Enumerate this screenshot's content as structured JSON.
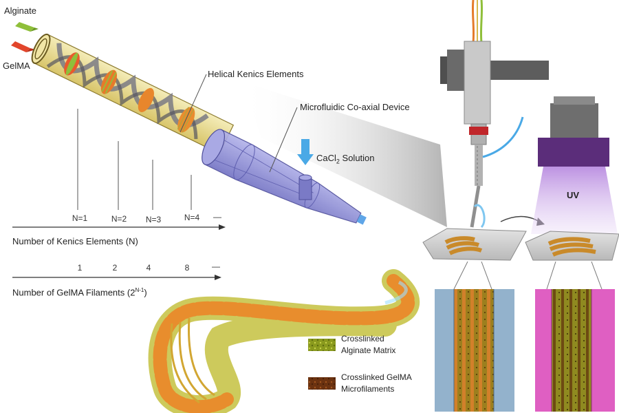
{
  "inputs": {
    "alginate": "Alginate",
    "gelma": "GelMA"
  },
  "labels": {
    "kenics": "Helical Kenics Elements",
    "device": "Microfluidic Co-axial Device",
    "cacl2_prefix": "CaCl",
    "cacl2_sub": "2",
    "cacl2_suffix": " Solution",
    "uv": "UV"
  },
  "axis_kenics": {
    "ticks": [
      "N=1",
      "N=2",
      "N=3",
      "N=4",
      "—"
    ],
    "title": "Number of Kenics Elements (N)"
  },
  "axis_filaments": {
    "ticks": [
      "1",
      "2",
      "4",
      "8",
      "—"
    ],
    "title_prefix": "Number of GelMA Filaments (2",
    "title_sup": "N-1",
    "title_suffix": ")"
  },
  "legend": [
    {
      "line1": "Crosslinked",
      "line2": "Alginate Matrix",
      "color": "#8a9a1e"
    },
    {
      "line1": "Crosslinked GelMA",
      "line2": "Microfilaments",
      "color": "#6b3210"
    }
  ],
  "colors": {
    "alginate_arrow": "#8fbf3a",
    "gelma_arrow": "#e2452b",
    "tube": "#e8d98a",
    "device": "#8f8fd8",
    "fiber_matrix": "#b7b83a",
    "fiber_filament": "#e9892a",
    "uv_light": "#c9a6e6",
    "lamp": "#5b2d7a",
    "left_panel_bg": "#93b2cc",
    "right_panel_bg": "#df5fc2"
  }
}
